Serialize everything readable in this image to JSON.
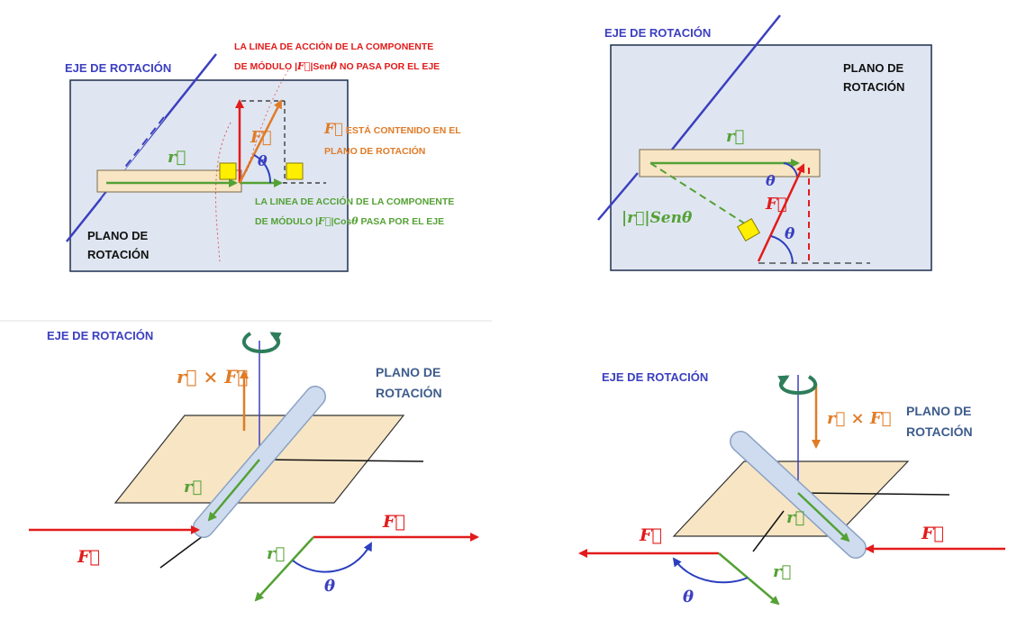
{
  "colors": {
    "axis": "#3b3fc0",
    "plane_fill": "#dfe6f1",
    "rod_fill": "#f7e5c4",
    "force": "#e21b1b",
    "torque": "#e07b27",
    "radius": "#54a135",
    "angle": "#2b3fbf",
    "square": "#ffee00"
  },
  "panel_tl": {
    "axis_label": "EJE DE ROTACIÓN",
    "plane_label_1": "PLANO DE",
    "plane_label_2": "ROTACIÓN",
    "red_note_1": "LA LINEA DE ACCIÓN DE LA COMPONENTE",
    "red_note_2a": "DE MÓDULO |",
    "red_note_2b": "|Sen",
    "red_note_2c": " NO PASA POR EL EJE",
    "orange_note_1": " ESTÁ CONTENIDO EN EL",
    "orange_note_2": "PLANO DE ROTACIÓN",
    "green_note_1": "LA LINEA DE ACCIÓN DE LA COMPONENTE",
    "green_note_2a": "DE MÓDULO |",
    "green_note_2b": "|Cos",
    "green_note_2c": " PASA POR EL EJE",
    "vec_r": "r⃗",
    "vec_F": "F⃗",
    "theta": "θ"
  },
  "panel_tr": {
    "axis_label": "EJE DE ROTACIÓN",
    "plane_label_1": "PLANO DE",
    "plane_label_2": "ROTACIÓN",
    "vec_r": "r⃗",
    "vec_F": "F⃗",
    "theta": "θ",
    "lever_label": "|r⃗|Senθ"
  },
  "panel_bl": {
    "axis_label": "EJE DE ROTACIÓN",
    "plane_label_1": "PLANO DE",
    "plane_label_2": "ROTACIÓN",
    "torque_label": "r⃗ × F⃗",
    "vec_r": "r⃗",
    "vec_F": "F⃗",
    "theta": "θ"
  },
  "panel_br": {
    "axis_label": "EJE DE ROTACIÓN",
    "plane_label_1": "PLANO DE",
    "plane_label_2": "ROTACIÓN",
    "torque_label": "r⃗ × F⃗",
    "vec_r": "r⃗",
    "vec_F": "F⃗",
    "theta": "θ"
  }
}
